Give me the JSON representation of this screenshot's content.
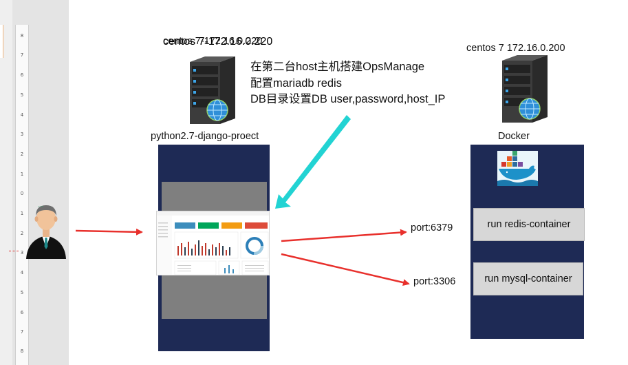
{
  "ruler_numbers": [
    "8",
    "7",
    "6",
    "5",
    "4",
    "3",
    "2",
    "1",
    "0",
    "1",
    "2",
    "3",
    "4",
    "5",
    "6",
    "7",
    "8"
  ],
  "hosts": {
    "centos_a": "centos 7-172.16.0.220",
    "centos_b": "centos 7 172.16.0.200"
  },
  "note": {
    "line1": "在第二台host主机搭建OpsManage",
    "line2": "配置mariadb redis",
    "line3": "DB目录设置DB user,password,host_IP"
  },
  "project": {
    "label": "python2.7-django-proect"
  },
  "docker": {
    "label": "Docker",
    "redis": "run  redis-container",
    "mysql": "run  mysql-container"
  },
  "ports": {
    "redis": "port:6379",
    "mysql": "port:3306"
  },
  "colors": {
    "panel": "#1e2a55",
    "red_arrow": "#e8302c",
    "cyan_arrow": "#22d3d3"
  }
}
